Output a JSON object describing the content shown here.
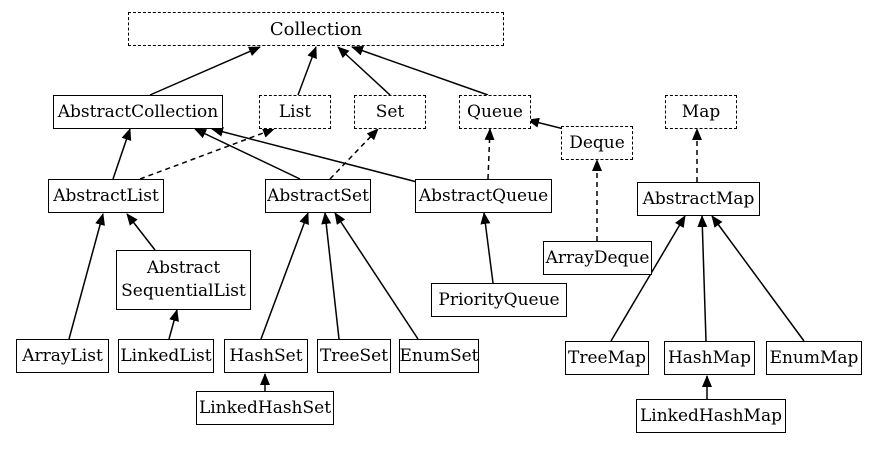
{
  "nodes": {
    "collection": "Collection",
    "abstract_collection": "AbstractCollection",
    "list": "List",
    "set": "Set",
    "queue": "Queue",
    "map": "Map",
    "deque": "Deque",
    "abstract_list": "AbstractList",
    "abstract_set": "AbstractSet",
    "abstract_queue": "AbstractQueue",
    "abstract_map": "AbstractMap",
    "array_deque": "ArrayDeque",
    "abstract_sequential_list_line1": "Abstract",
    "abstract_sequential_list_line2": "SequentialList",
    "priority_queue": "PriorityQueue",
    "array_list": "ArrayList",
    "linked_list": "LinkedList",
    "hash_set": "HashSet",
    "tree_set": "TreeSet",
    "enum_set": "EnumSet",
    "linked_hash_set": "LinkedHashSet",
    "tree_map": "TreeMap",
    "hash_map": "HashMap",
    "enum_map": "EnumMap",
    "linked_hash_map": "LinkedHashMap"
  },
  "edges": [
    {
      "from": "abstract_collection",
      "to": "collection",
      "style": "solid"
    },
    {
      "from": "list",
      "to": "collection",
      "style": "solid"
    },
    {
      "from": "set",
      "to": "collection",
      "style": "solid"
    },
    {
      "from": "queue",
      "to": "collection",
      "style": "solid"
    },
    {
      "from": "abstract_list",
      "to": "abstract_collection",
      "style": "solid"
    },
    {
      "from": "abstract_list",
      "to": "list",
      "style": "dashed"
    },
    {
      "from": "abstract_set",
      "to": "abstract_collection",
      "style": "solid"
    },
    {
      "from": "abstract_set",
      "to": "set",
      "style": "dashed"
    },
    {
      "from": "abstract_queue",
      "to": "abstract_collection",
      "style": "solid"
    },
    {
      "from": "abstract_queue",
      "to": "queue",
      "style": "dashed"
    },
    {
      "from": "deque",
      "to": "queue",
      "style": "solid"
    },
    {
      "from": "array_deque",
      "to": "deque",
      "style": "dashed"
    },
    {
      "from": "abstract_map",
      "to": "map",
      "style": "dashed"
    },
    {
      "from": "array_list",
      "to": "abstract_list",
      "style": "solid"
    },
    {
      "from": "abstract_sequential_list",
      "to": "abstract_list",
      "style": "solid"
    },
    {
      "from": "linked_list",
      "to": "abstract_sequential_list",
      "style": "solid"
    },
    {
      "from": "hash_set",
      "to": "abstract_set",
      "style": "solid"
    },
    {
      "from": "tree_set",
      "to": "abstract_set",
      "style": "solid"
    },
    {
      "from": "enum_set",
      "to": "abstract_set",
      "style": "solid"
    },
    {
      "from": "linked_hash_set",
      "to": "hash_set",
      "style": "solid"
    },
    {
      "from": "priority_queue",
      "to": "abstract_queue",
      "style": "solid"
    },
    {
      "from": "tree_map",
      "to": "abstract_map",
      "style": "solid"
    },
    {
      "from": "hash_map",
      "to": "abstract_map",
      "style": "solid"
    },
    {
      "from": "enum_map",
      "to": "abstract_map",
      "style": "solid"
    },
    {
      "from": "linked_hash_map",
      "to": "hash_map",
      "style": "solid"
    }
  ]
}
